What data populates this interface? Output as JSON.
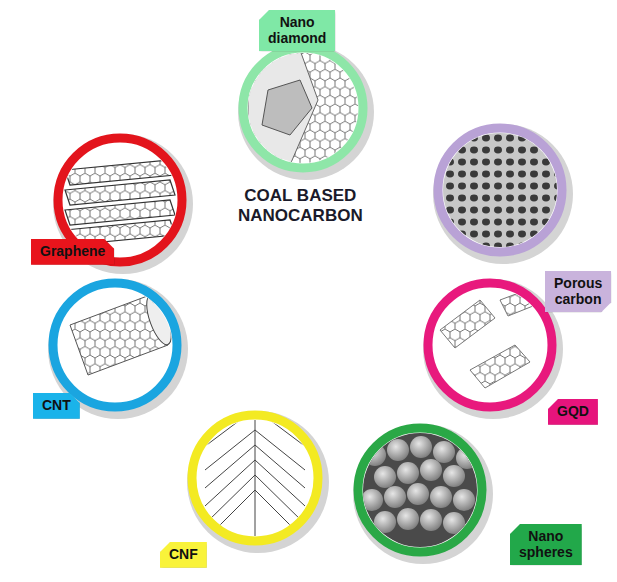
{
  "diagram": {
    "title": "COAL BASED NANOCARBON",
    "nodes": [
      {
        "text": [
          "Nano diamond"
        ]
      },
      {
        "text": [
          "Porous carbon"
        ]
      },
      {
        "text": [
          "GQD"
        ]
      },
      {
        "text": [
          "Nano spheres"
        ]
      },
      {
        "text": [
          "CNF"
        ]
      },
      {
        "text": [
          "CNT"
        ]
      },
      {
        "text": [
          "Graphene"
        ]
      }
    ]
  }
}
